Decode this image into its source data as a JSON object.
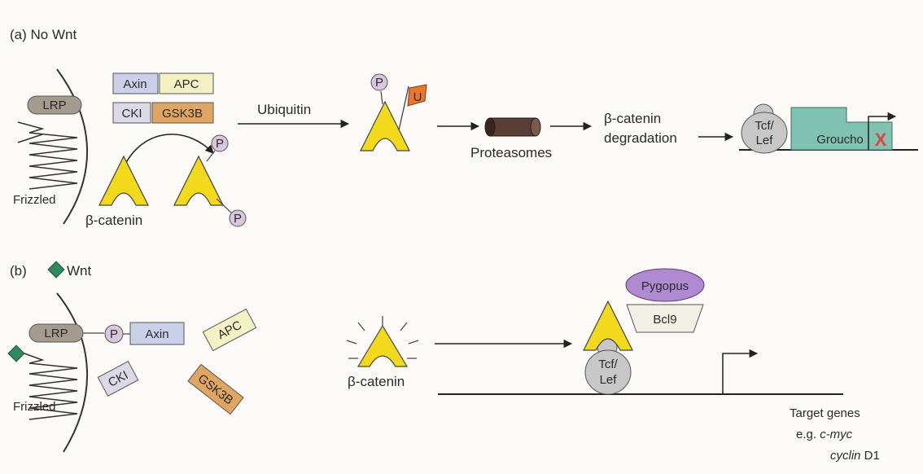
{
  "panel_a": {
    "heading": "(a) No Wnt",
    "lrp": "LRP",
    "frizzled": "Frizzled",
    "axin": "Axin",
    "apc": "APC",
    "cki": "CKI",
    "gsk": "GSK3B",
    "beta_catenin": "β-catenin",
    "phospho": "P",
    "ubiquitin_arrow": "Ubiquitin",
    "ubiquitin_flag": "U",
    "proteasomes": "Proteasomes",
    "degradation_line1": "β-catenin",
    "degradation_line2": "degradation",
    "tcf_line1": "Tcf/",
    "tcf_line2": "Lef",
    "groucho": "Groucho",
    "block_mark": "X"
  },
  "panel_b": {
    "heading": "(b)",
    "wnt": "Wnt",
    "lrp": "LRP",
    "frizzled": "Frizzled",
    "phospho": "P",
    "axin": "Axin",
    "apc": "APC",
    "cki": "CKI",
    "gsk": "GSK3B",
    "beta_catenin": "β-catenin",
    "pygopus": "Pygopus",
    "bcl9": "Bcl9",
    "tcf_line1": "Tcf/",
    "tcf_line2": "Lef",
    "target_line1": "Target genes",
    "target_line2_prefix": "e.g. ",
    "target_line2_italic": "c-myc",
    "target_line3_italic": "cyclin",
    "target_line3_suffix": " D1"
  },
  "colors": {
    "beta_catenin_fill": "#f2d91c",
    "lrp_fill": "#a59a8e",
    "axin_fill": "#c9d0e8",
    "apc_fill": "#f4f2c4",
    "cki_fill": "#dcd9e6",
    "gsk_fill": "#e0a562",
    "phospho_fill": "#d8c6dc",
    "tcf_fill": "#c7c7c7",
    "groucho_fill": "#7fc2b1",
    "pygopus_fill": "#b08ad0",
    "bcl9_fill": "#f2f0e4",
    "wnt_fill": "#2f8a60",
    "proteasome_fill": "#5a3f37",
    "flag_fill": "#e8772c",
    "block_mark_color": "#d9453a"
  }
}
